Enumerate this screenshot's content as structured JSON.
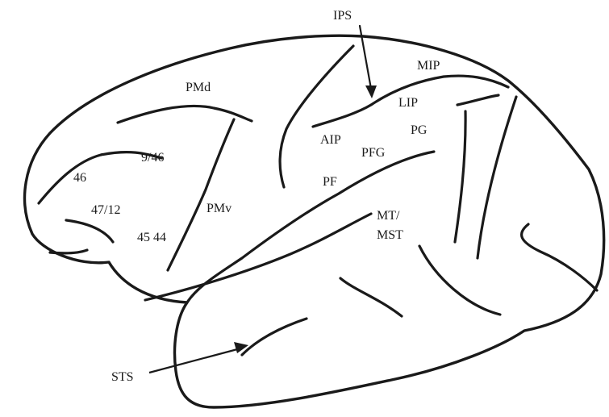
{
  "labels": {
    "ips": "IPS",
    "mip": "MIP",
    "pmd": "PMd",
    "lip": "LIP",
    "pg": "PG",
    "aip": "AIP",
    "pfg": "PFG",
    "a946": "9/46",
    "a46": "46",
    "pf": "PF",
    "a4712": "47/12",
    "pmv": "PMv",
    "mt1": "MT/",
    "mt2": "MST",
    "a4544": "45 44",
    "sts": "STS"
  },
  "colors": {
    "line": "#1a1a1a",
    "background": "#ffffff"
  }
}
